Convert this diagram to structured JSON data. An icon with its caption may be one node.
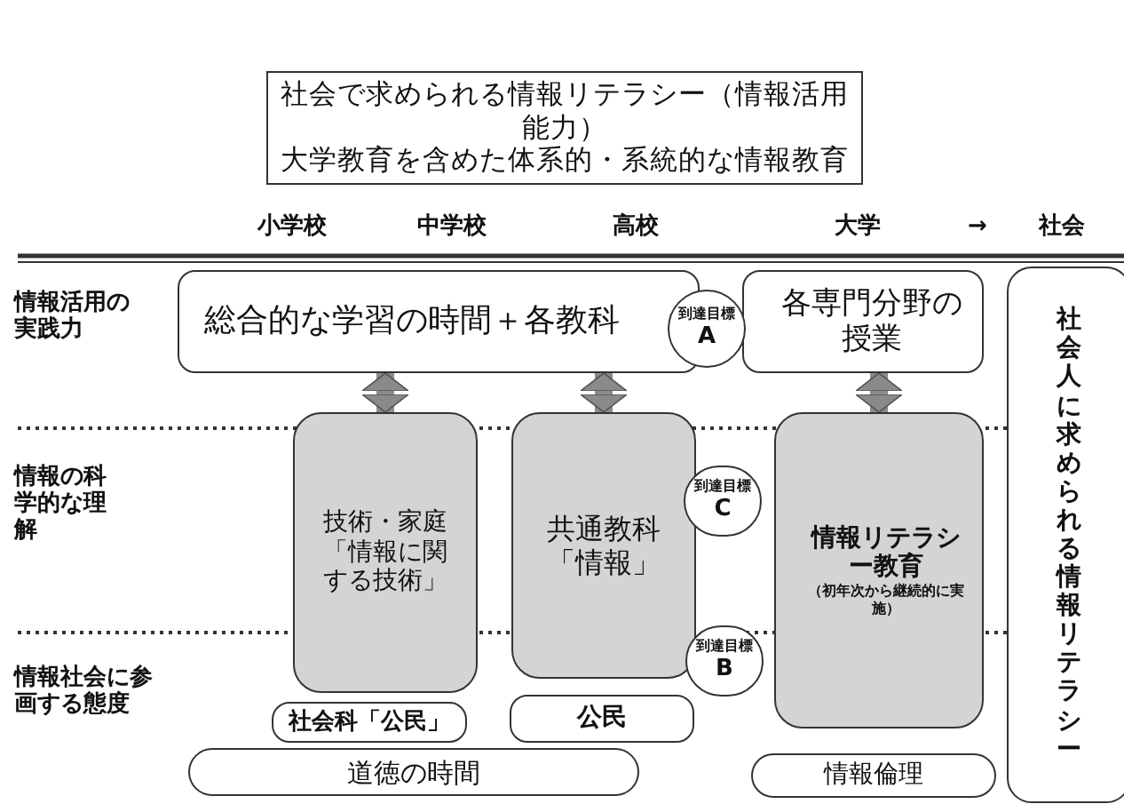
{
  "diagram": {
    "nodes": [
      {
        "text": [
          "社会で求められる情報リテラシー（情報活用能力）",
          "大学教育を含めた体系的・系統的な情報教育"
        ]
      },
      {
        "text": [
          "総合的な学習の時間＋各教科"
        ]
      },
      {
        "text": [
          "到達目標",
          "A"
        ]
      },
      {
        "text": [
          "各専門分野の授業"
        ]
      },
      {
        "text": [
          "社会人に求められる情報リテラシー"
        ]
      },
      {
        "text": [
          "技術・家庭「情報に関する技術」"
        ]
      },
      {
        "text": [
          "共通教科「情報」"
        ]
      },
      {
        "text": [
          "到達目標",
          "C"
        ]
      },
      {
        "text": [
          "情報リテラシー教育",
          "（初年次から継続的に実施）"
        ]
      },
      {
        "text": [
          "到達目標",
          "B"
        ]
      },
      {
        "text": [
          "社会科「公民」"
        ]
      },
      {
        "text": [
          "公民"
        ]
      },
      {
        "text": [
          "道徳の時間"
        ]
      },
      {
        "text": [
          "情報倫理"
        ]
      }
    ],
    "edges": [
      {
        "from": 1,
        "to": 5,
        "arrow": "both"
      },
      {
        "from": 1,
        "to": 6,
        "arrow": "both"
      },
      {
        "from": 3,
        "to": 8,
        "arrow": "both"
      }
    ],
    "labels": [
      "小学校",
      "中学校",
      "高校",
      "大学",
      "→",
      "社会",
      "情報活用の実践力",
      "情報の科学的な理解",
      "情報社会に参画する態度"
    ]
  }
}
